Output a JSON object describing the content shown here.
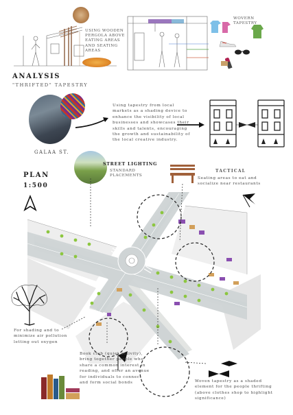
{
  "top": {
    "pergola_note": "USING WOODEN PERGOLA ABOVE EATING AREAS AND SEATING AREAS",
    "woven_tapestry_label": "WOVERN TAPESTRY"
  },
  "analysis": {
    "title": "ANALYSIS",
    "subtitle": "\"THRIFTED\" TAPESTRY",
    "street_label": "GALAA ST.",
    "description": "Using tapestry from local markets as a shading device to enhance the visibility of local businesses and showcases their skills and talents, encouraging the growth and sustainability of the local creative industry."
  },
  "plan": {
    "title": "PLAN",
    "scale": "1:500",
    "street_lighting_label": "STREET LIGHTING",
    "standard_place_label": "STANDARD PLACEMENTS",
    "tactical_title": "TACTICAL",
    "tactical_text": "Seating areas to eat and socialize near restaurants",
    "tree_text": "For shading and to minimize air pollution letting out oxygen",
    "book_club_text": "Book club (quiet activity), bring together people who share a common interest in reading, and offer an avenue for individuals to connect and form social bonds",
    "woven_text": "Woven tapestry as a shaded element for the people thrifting (above clothes shop to highlight significance)"
  },
  "colors": {
    "road": "#c9cfd0",
    "sidewalk": "#e3e5e3",
    "tree": "#8cc63f",
    "accent_tapestry": "#8a4fb0",
    "ink": "#222222"
  },
  "icons": [
    "pergola-sketch",
    "pizza-icon",
    "woven-basket-icon",
    "clothes-icon",
    "sneaker-icon",
    "sunglasses-icon",
    "lipstick-icon",
    "building-facade-icon",
    "north-arrow-icon",
    "tree-icon",
    "bench-icon",
    "books-icon",
    "flag-icon",
    "bow-tie-icon"
  ]
}
